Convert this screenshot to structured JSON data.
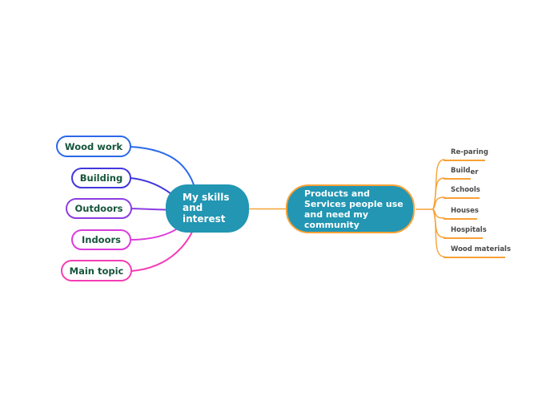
{
  "colors": {
    "node_fill": "#2296B3",
    "node_text": "#ffffff",
    "branch": "#F8A136",
    "left_text": "#16553C",
    "right_text": "#4A4A4A",
    "background": "#ffffff"
  },
  "center_node": {
    "lines": [
      "My skills",
      "and",
      "interest"
    ]
  },
  "root_node": {
    "lines": [
      "Products and",
      "Services people use",
      "and need my",
      "community"
    ]
  },
  "left_branches": [
    {
      "label": "Wood work",
      "color": "#2B68EA"
    },
    {
      "label": "Building",
      "color": "#4137DC"
    },
    {
      "label": "Outdoors",
      "color": "#8C3CE1"
    },
    {
      "label": "Indoors",
      "color": "#DC3CDC"
    },
    {
      "label": "Main topic",
      "color": "#F53CB4"
    }
  ],
  "right_branches": [
    {
      "label": "Re-paring"
    },
    {
      "label": "Build",
      "sub": "er"
    },
    {
      "label": "Schools"
    },
    {
      "label": "Houses"
    },
    {
      "label": "Hospitals"
    },
    {
      "label": "Wood materials"
    }
  ]
}
